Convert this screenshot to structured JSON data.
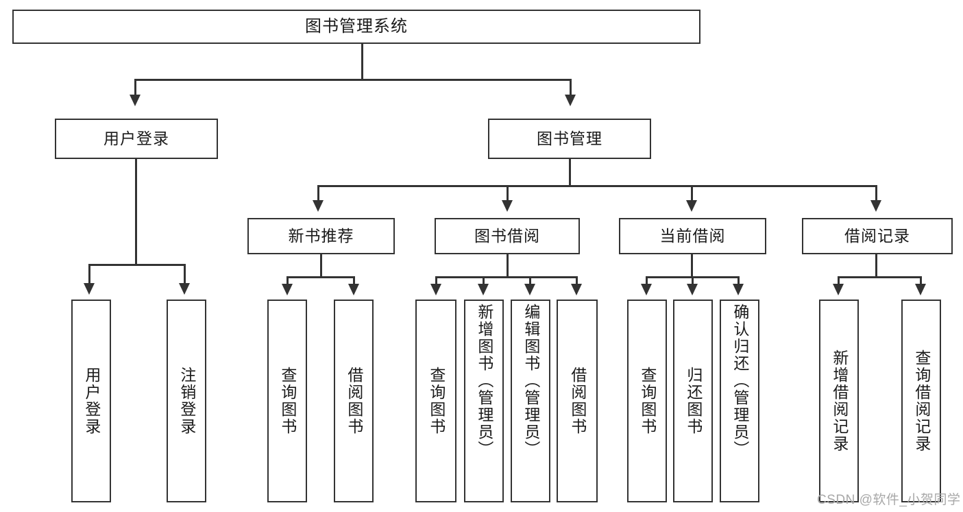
{
  "diagram": {
    "title": "图书管理系统",
    "root": {
      "label": "图书管理系统"
    },
    "level2": [
      {
        "label": "用户登录"
      },
      {
        "label": "图书管理"
      }
    ],
    "level3": [
      {
        "label": "新书推荐"
      },
      {
        "label": "图书借阅"
      },
      {
        "label": "当前借阅"
      },
      {
        "label": "借阅记录"
      }
    ],
    "leaves": {
      "user_login": [
        {
          "label": "用户登录"
        },
        {
          "label": "注销登录"
        }
      ],
      "new_book_recommend": [
        {
          "label": "查询图书"
        },
        {
          "label": "借阅图书"
        }
      ],
      "book_borrow": [
        {
          "label": "查询图书"
        },
        {
          "label": "新增图书（管理员）"
        },
        {
          "label": "编辑图书（管理员）"
        },
        {
          "label": "借阅图书"
        }
      ],
      "current_borrow": [
        {
          "label": "查询图书"
        },
        {
          "label": "归还图书"
        },
        {
          "label": "确认归还（管理员）"
        }
      ],
      "borrow_record": [
        {
          "label": "新增借阅记录"
        },
        {
          "label": "查询借阅记录"
        }
      ]
    }
  },
  "watermark": {
    "text": "CSDN @软件_小贺同学"
  },
  "colors": {
    "stroke": "#333333",
    "text": "#1a1a1a",
    "background": "#ffffff",
    "watermark": "#a8a8a8"
  }
}
